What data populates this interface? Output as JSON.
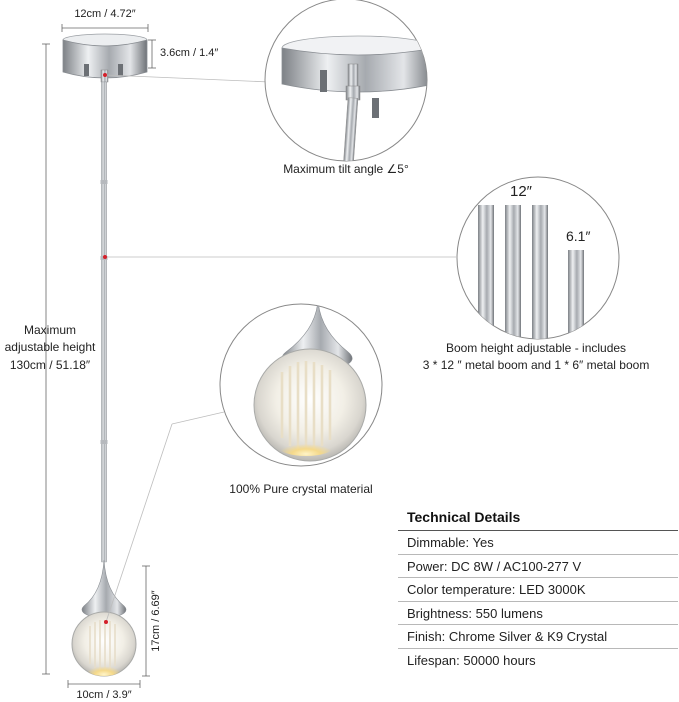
{
  "dimensions": {
    "canopy_width": "12cm / 4.72″",
    "canopy_height": "3.6cm / 1.4″",
    "shade_height": "17cm / 6.69″",
    "shade_width": "10cm / 3.9″",
    "max_height": [
      "Maximum",
      "adjustable height",
      "130cm / 51.18″"
    ]
  },
  "callouts": {
    "tilt": "Maximum tilt angle ∠5°",
    "boom_long": "12″",
    "boom_short": "6.1″",
    "boom_caption": [
      "Boom height adjustable - includes",
      "3 * 12 ″ metal boom and 1 * 6″   metal boom"
    ],
    "crystal": "100% Pure crystal material"
  },
  "technical": {
    "title": "Technical Details",
    "rows": [
      "Dimmable: Yes",
      "Power: DC 8W / AC100-277 V",
      "Color temperature: LED 3000K",
      "Brightness: 550 lumens",
      "Finish: Chrome Silver & K9 Crystal",
      "Lifespan: 50000 hours"
    ]
  },
  "colors": {
    "chrome": "#c9ccd0",
    "dim_line": "#666666",
    "leader": "#bdbdbd",
    "marker": "#d4202a",
    "glow": "#f5d98a"
  }
}
